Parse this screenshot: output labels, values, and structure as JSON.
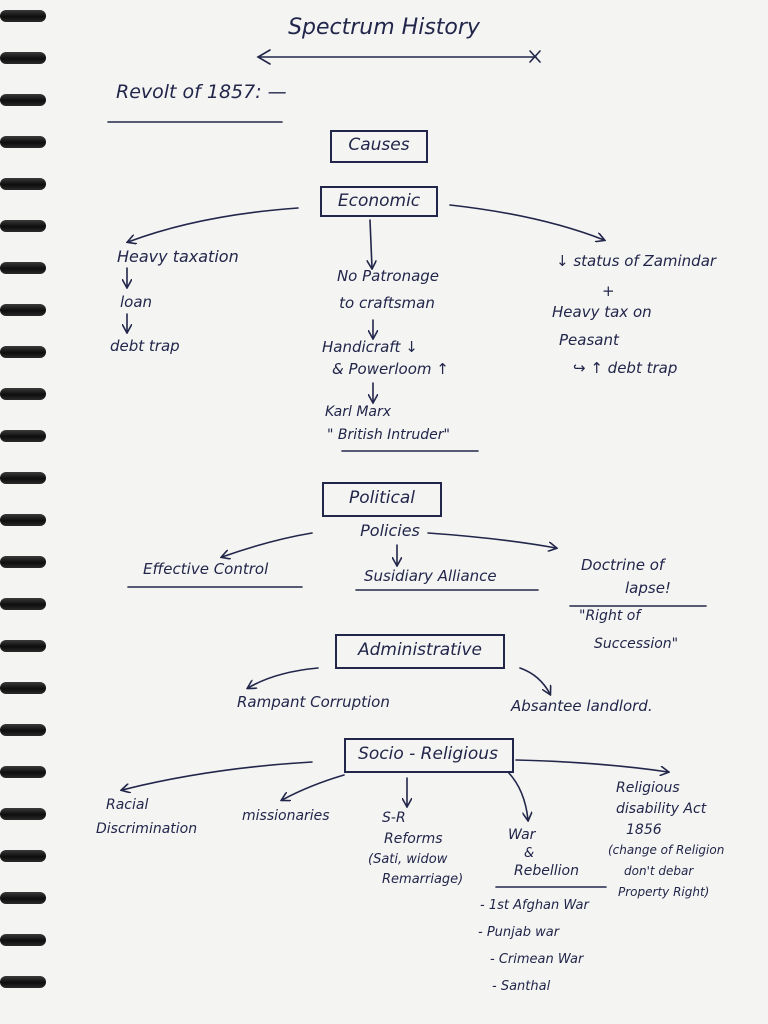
{
  "title": "Spectrum History",
  "topic": "Revolt of 1857: —",
  "causes": "Causes",
  "economic": {
    "heading": "Economic",
    "left": [
      "Heavy taxation",
      "↓",
      "loan",
      "↓",
      "debt trap"
    ],
    "mid": [
      "No Patronage",
      "to craftsman",
      "↓",
      "Handicraft ↓",
      "& Powerloom ↑",
      "↓",
      "Karl Marx",
      "\" British Intruder\""
    ],
    "right": [
      "↓ status of Zamindar",
      "+",
      "Heavy tax on",
      "Peasant",
      "↪ ↑ debt trap"
    ]
  },
  "political": {
    "heading": "Political",
    "policies": "Policies",
    "items": [
      "Effective Control",
      "Susidiary Alliance",
      "Doctrine of",
      "lapse!"
    ],
    "note": [
      "\"Right of",
      "Succession\""
    ]
  },
  "administrative": {
    "heading": "Administrative",
    "items": [
      "Rampant Corruption",
      "Absantee landlord."
    ]
  },
  "socio": {
    "heading": "Socio - Religious",
    "racial": [
      "Racial",
      "Discrimination"
    ],
    "missionaries": "missionaries",
    "sr": [
      "S-R",
      "Reforms",
      "(Sati, widow",
      "Remarriage)"
    ],
    "war": [
      "War",
      "&",
      "Rebellion"
    ],
    "wars": [
      "- 1st Afghan War",
      "- Punjab war",
      "- Crimean War",
      "- Santhal"
    ],
    "act": [
      "Religious",
      "disability Act",
      "1856",
      "(change of Religion",
      "don't debar",
      "Property Right)"
    ]
  }
}
